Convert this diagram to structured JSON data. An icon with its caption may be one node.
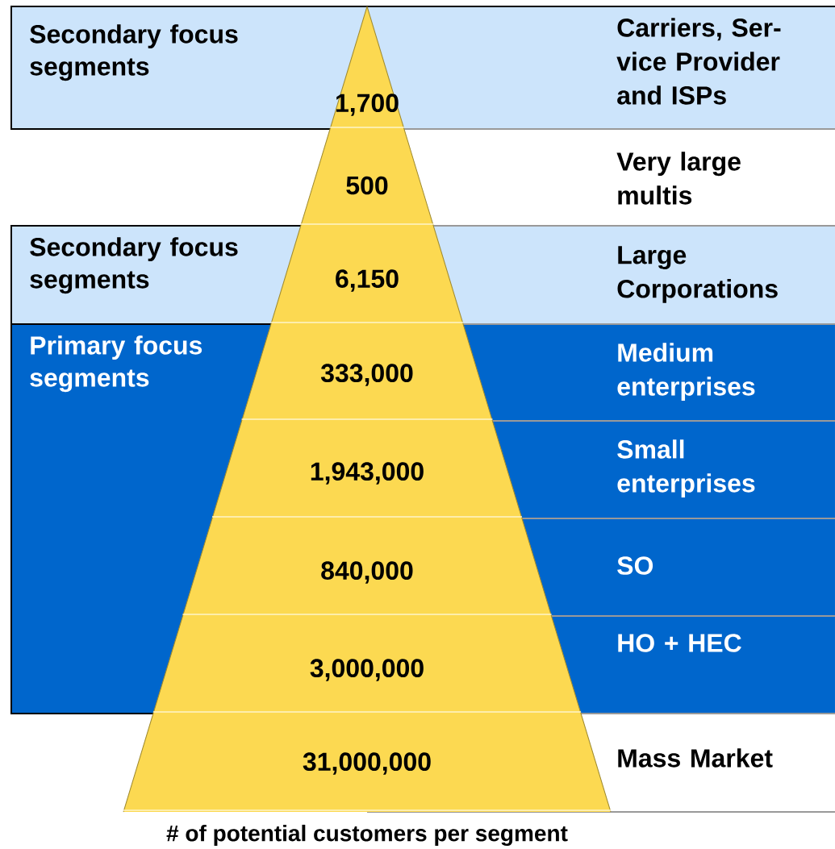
{
  "diagram": {
    "caption": "# of potential customers per segment",
    "nodes": [
      {
        "text": [
          "Secondary focus segments"
        ]
      },
      {
        "text": [
          "1,700"
        ],
        "in": 0
      },
      {
        "text": [
          "500"
        ]
      },
      {
        "text": [
          "Secondary focus segments"
        ]
      },
      {
        "text": [
          "6,150"
        ],
        "in": 3
      },
      {
        "text": [
          "Primary focus segments"
        ]
      },
      {
        "text": [
          "333,000"
        ],
        "in": 5
      },
      {
        "text": [
          "1,943,000"
        ],
        "in": 5
      },
      {
        "text": [
          "840,000"
        ],
        "in": 5
      },
      {
        "text": [
          "3,000,000"
        ],
        "in": 5
      },
      {
        "text": [
          "31,000,000"
        ]
      }
    ],
    "labels": [
      "Carriers, Ser-vice Provider and ISPs",
      "Very large multis",
      "Large Corporations",
      "Medium enterprises",
      "Small enterprises",
      "SO",
      "HO + HEC",
      "Mass Market"
    ]
  }
}
